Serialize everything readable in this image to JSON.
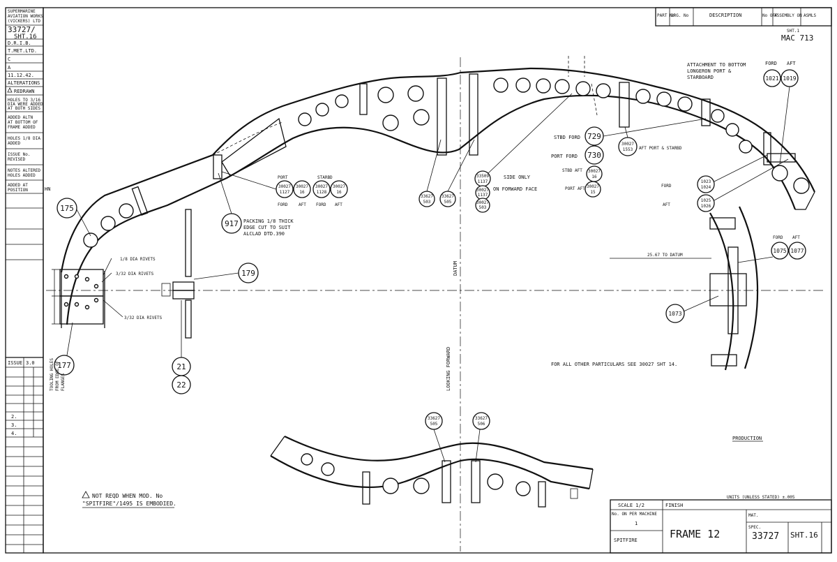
{
  "left_margin": {
    "maker": [
      "SUPERMARINE",
      "AVIATION WORKS",
      "(VICKERS) LTD"
    ],
    "drawing_no": "33727/",
    "sheet": "SHT.16",
    "rows": [
      "D.R.I.B.",
      "T.MET.LTD.",
      "C",
      "A",
      "11.12.42.",
      "ALTERATIONS",
      "REDRAWN"
    ],
    "issue_label": "ISSUE",
    "issue_value": "3.0",
    "alterations": [
      {
        "lines": [
          "HOLES TO 3/16",
          "DIA WERE ADDED",
          "AT BOTH SIDES"
        ]
      },
      {
        "lines": [
          "ADDED ALTN",
          "AT BOTTOM OF",
          "FRAME ADDED"
        ]
      },
      {
        "lines": [
          "HOLES 1/8 DIA",
          "ADDED"
        ]
      },
      {
        "lines": [
          "ISSUE No.",
          "REVISED"
        ]
      },
      {
        "lines": [
          "NOTES ALTERED",
          "HOLES ADDED"
        ]
      },
      {
        "lines": [
          "ADDED AT",
          "POSITION"
        ]
      }
    ],
    "issue_marks": [
      "2.",
      "3.",
      "4."
    ]
  },
  "title_block_top": {
    "headers": [
      "PART No",
      "DRG. No",
      "DESCRIPTION",
      "No OFF",
      "ASSEMBLY ON",
      "ASMLS"
    ],
    "sheet_label": "SHT.1",
    "assembly_ref": "MAC 713"
  },
  "notes": {
    "attachment": [
      "ATTACHMENT TO BOTTOM",
      "LONGERON PORT &",
      "STARBOARD"
    ],
    "fwd_label_a": "FORD",
    "aft_label_a": "AFT",
    "fwd_label_b": "FORD",
    "aft_label_b": "AFT",
    "fwd_label_c": "FORD",
    "aft_label_c": "AFT",
    "port_label": "PORT",
    "stbd_label": "STARBD",
    "packing": [
      "PACKING 1/8 THICK",
      "EDGE CUT TO SUIT",
      "ALCLAD  DTD.390"
    ],
    "rivets_a": "1/8 DIA RIVETS",
    "rivets_b": "3/32 DIA RIVETS",
    "rivets_c": "3/32 DIA RIVETS",
    "tooling": [
      "TOOLING HOLES",
      "FROM EDGE OF",
      "FLANGES"
    ],
    "stbd_fwd": "STBD FORD",
    "port_fwd": "PORT FORD",
    "stbd_aft": "STBD AFT",
    "port_aft": "PORT AFT",
    "aft_port_stbd": "AFT PORT & STARBD",
    "forward_face": [
      "SIDE ONLY",
      "ON FORWARD FACE"
    ],
    "datum_note": "25.67 TO DATUM",
    "datum_v": "DATUM",
    "looking_forward": "LOOKING FORWARD",
    "other_particulars": "FOR ALL OTHER PARTICULARS SEE 30027 SHT 14.",
    "production": "PRODUCTION",
    "mod_note": [
      "NOT REQD WHEN MOD. No",
      "\"SPITFIRE\"/1495 IS EMBODIED."
    ],
    "hn": "HN"
  },
  "balloons": {
    "b175": "175",
    "b177": "177",
    "b917": "917",
    "b179": "179",
    "b21": "21",
    "b22": "22",
    "b729": "729",
    "b730": "730",
    "b1021": "1021",
    "b1019": "1019",
    "b1075": "1075",
    "b1077": "1077",
    "b1073": "1073",
    "p1": [
      "30027",
      "1127"
    ],
    "p2": [
      "30027",
      "16"
    ],
    "p3": [
      "30027",
      "1128"
    ],
    "p4": [
      "30027",
      "16"
    ],
    "m1": [
      "30027",
      "1553"
    ],
    "m2": [
      "30027",
      "16"
    ],
    "m3": [
      "30027",
      "15"
    ],
    "m4": [
      "1023",
      "1024"
    ],
    "m5": [
      "1025",
      "1026"
    ],
    "s1": [
      "33509",
      "1137"
    ],
    "s2": [
      "30027",
      "1137"
    ],
    "s3": [
      "30027",
      "503"
    ],
    "c1": [
      "33627",
      "503"
    ],
    "c2": [
      "33627",
      "505"
    ],
    "d1": [
      "33627",
      "505"
    ],
    "d2": [
      "33627",
      "506"
    ]
  },
  "title_block_bottom": {
    "scale": "SCALE 1/2",
    "finish_label": "FINISH",
    "units": "UNITS (UNLESS STATED) ±.005",
    "no_per_machine": "No. ON PER MACHINE",
    "qty": "1",
    "machine": "SPITFIRE",
    "title": "FRAME 12",
    "spec": "SPEC.",
    "matl": "MAT.",
    "drg_no": "33727",
    "sheet": "SHT.16"
  }
}
